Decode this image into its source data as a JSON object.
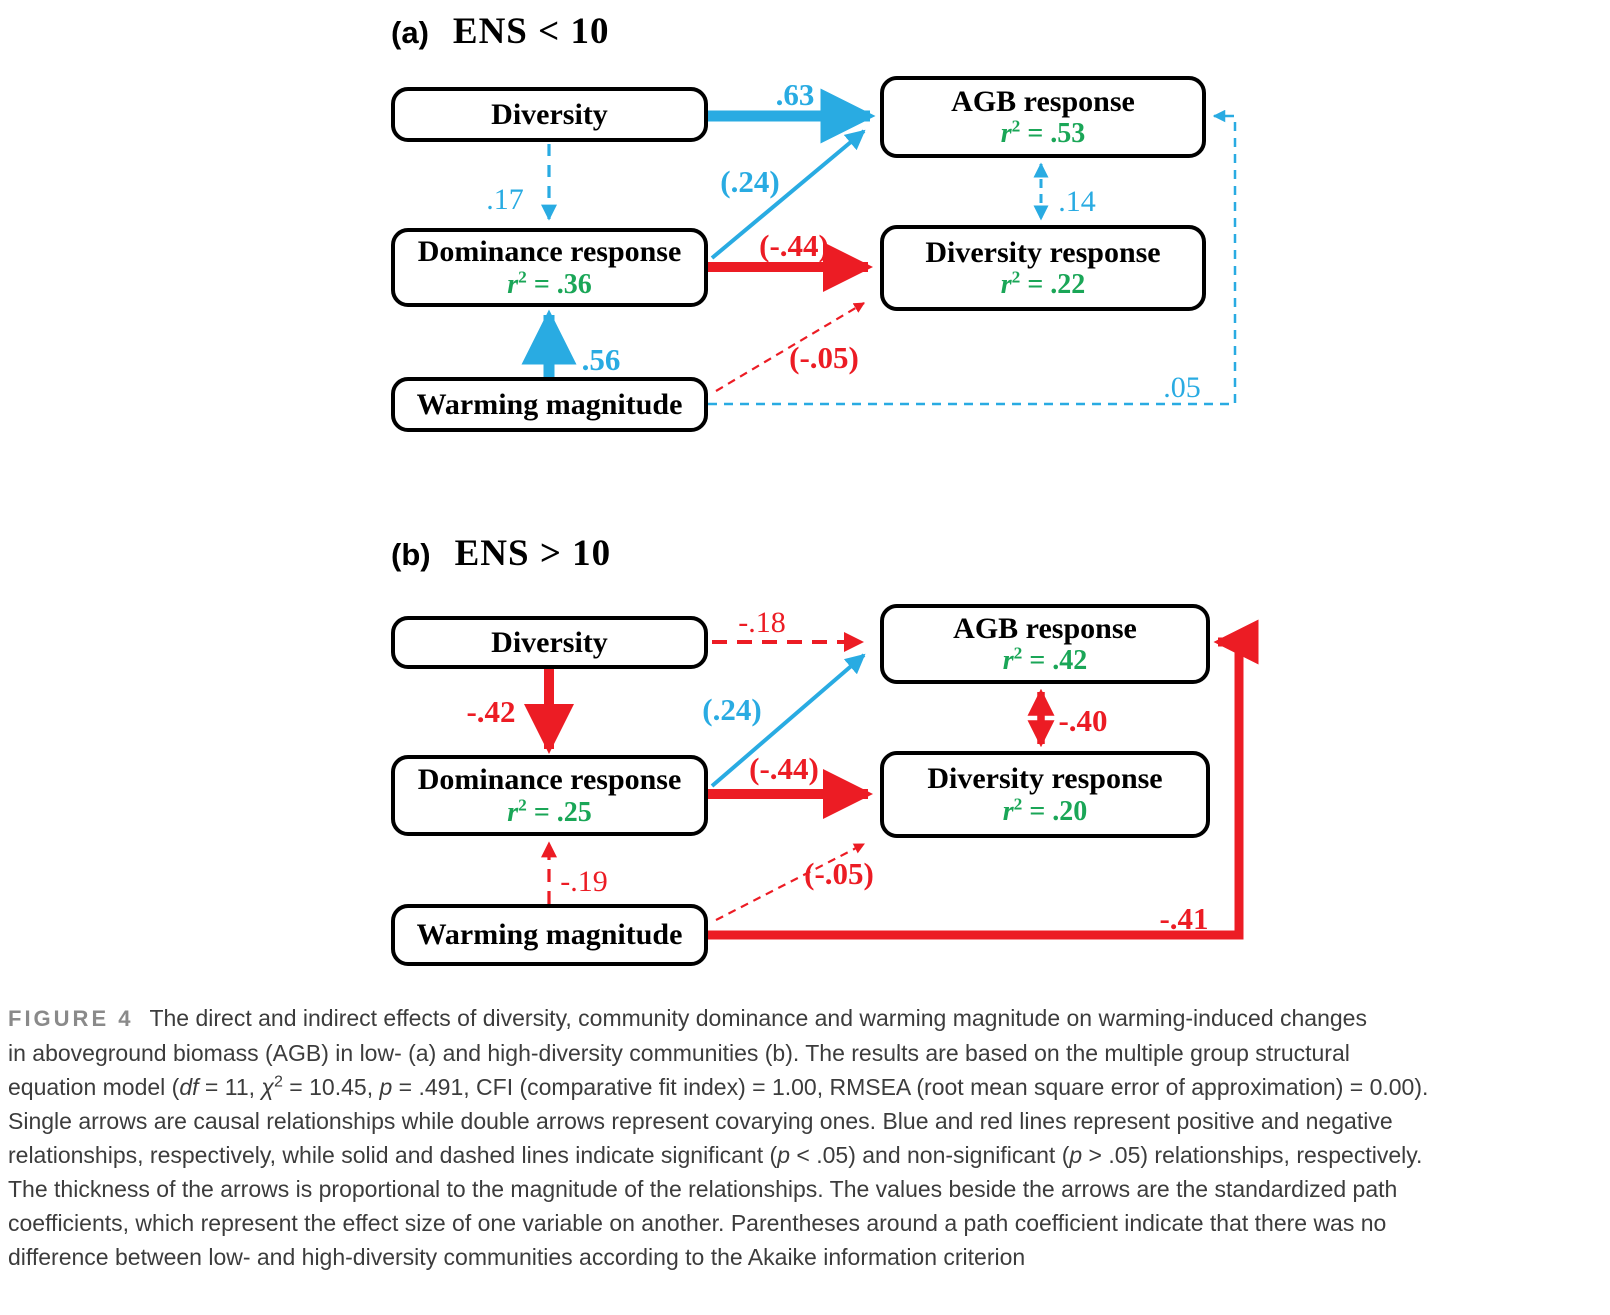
{
  "colors": {
    "positive_blue": "#29abe2",
    "negative_red": "#ec1c24",
    "r_squared_green": "#1aa657",
    "box_border": "#000000",
    "caption_text": "#3c3c3c",
    "caption_tag_gray": "#8a8a8a"
  },
  "panel_a": {
    "tag": "(a)",
    "title": "ENS < 10",
    "boxes": {
      "diversity": {
        "title": "Diversity"
      },
      "agb": {
        "title": "AGB response",
        "r2_sym": "r",
        "r2_sup": "2",
        "r2_eq": " = .53"
      },
      "dominance": {
        "title": "Dominance response",
        "r2_sym": "r",
        "r2_sup": "2",
        "r2_eq": " = .36"
      },
      "diversity_response": {
        "title": "Diversity response",
        "r2_sym": "r",
        "r2_sup": "2",
        "r2_eq": " = .22"
      },
      "warming": {
        "title": "Warming magnitude"
      }
    },
    "paths": {
      "diversity_to_agb": ".63",
      "diversity_to_dominance": ".17",
      "dominance_to_agb": "(.24)",
      "dominance_to_diversity_response": "(-.44)",
      "warming_to_dominance": ".56",
      "warming_to_diversity_response": "(-.05)",
      "warming_to_agb": ".05",
      "agb_cov_diversity_response": ".14"
    }
  },
  "panel_b": {
    "tag": "(b)",
    "title": "ENS > 10",
    "boxes": {
      "diversity": {
        "title": "Diversity"
      },
      "agb": {
        "title": "AGB response",
        "r2_sym": "r",
        "r2_sup": "2",
        "r2_eq": " = .42"
      },
      "dominance": {
        "title": "Dominance response",
        "r2_sym": "r",
        "r2_sup": "2",
        "r2_eq": " = .25"
      },
      "diversity_response": {
        "title": "Diversity response",
        "r2_sym": "r",
        "r2_sup": "2",
        "r2_eq": " = .20"
      },
      "warming": {
        "title": "Warming magnitude"
      }
    },
    "paths": {
      "diversity_to_agb": "-.18",
      "diversity_to_dominance": "-.42",
      "dominance_to_agb": "(.24)",
      "dominance_to_diversity_response": "(-.44)",
      "warming_to_dominance": "-.19",
      "warming_to_diversity_response": "(-.05)",
      "warming_to_agb": "-.41",
      "agb_cov_diversity_response": "-.40"
    }
  },
  "caption": {
    "tag": "FIGURE 4",
    "segments": [
      {
        "t": "The direct and indirect effects of diversity, community dominance and warming magnitude on warming-induced changes"
      },
      {
        "br": true
      },
      {
        "t": "in aboveground biomass (AGB) in low- (a) and high-diversity communities (b). The results are based on the multiple group structural"
      },
      {
        "br": true
      },
      {
        "t": "equation model ("
      },
      {
        "t": "df",
        "i": true
      },
      {
        "t": " = 11, "
      },
      {
        "t": "χ",
        "i": true
      },
      {
        "t": "2",
        "sup": true
      },
      {
        "t": " = 10.45, "
      },
      {
        "t": "p",
        "i": true
      },
      {
        "t": " = .491, CFI (comparative fit index) = 1.00, RMSEA (root mean square error of approximation) = 0.00)."
      },
      {
        "br": true
      },
      {
        "t": "Single arrows are causal relationships while double arrows represent covarying ones. Blue and red lines represent positive and negative"
      },
      {
        "br": true
      },
      {
        "t": "relationships, respectively, while solid and dashed lines indicate significant ("
      },
      {
        "t": "p",
        "i": true
      },
      {
        "t": " < .05) and non-significant ("
      },
      {
        "t": "p",
        "i": true
      },
      {
        "t": " > .05) relationships, respectively."
      },
      {
        "br": true
      },
      {
        "t": "The thickness of the arrows is proportional to the magnitude of the relationships. The values beside the arrows are the standardized path"
      },
      {
        "br": true
      },
      {
        "t": "coefficients, which represent the effect size of one variable on another. Parentheses around a path coefficient indicate that there was no"
      },
      {
        "br": true
      },
      {
        "t": "difference between low- and high-diversity communities according to the Akaike information criterion"
      }
    ]
  }
}
